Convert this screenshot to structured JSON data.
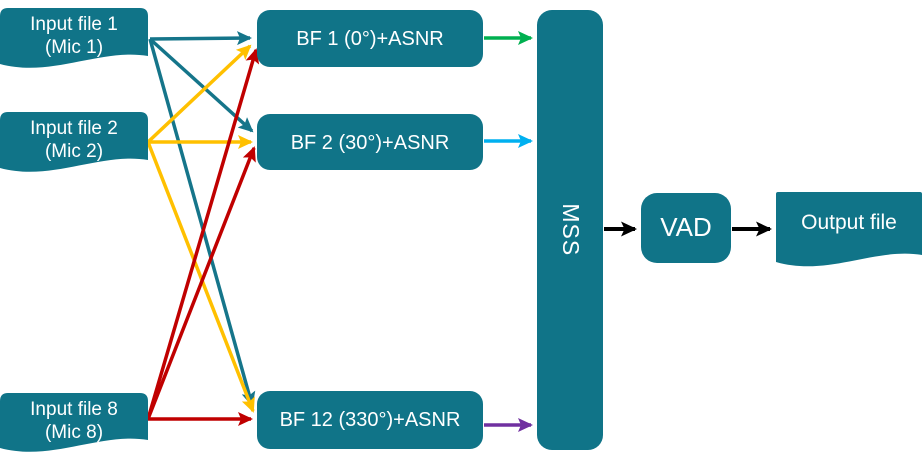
{
  "diagram": {
    "inputs": [
      {
        "label": "Input file 1",
        "sublabel": "(Mic 1)"
      },
      {
        "label": "Input file 2",
        "sublabel": "(Mic 2)"
      },
      {
        "label": "Input file 8",
        "sublabel": "(Mic 8)"
      }
    ],
    "beamformers": [
      {
        "label": "BF 1 (0°)+ASNR"
      },
      {
        "label": "BF 2 (30°)+ASNR"
      },
      {
        "label": "BF 12 (330°)+ASNR"
      }
    ],
    "mss_label": "MSS",
    "vad_label": "VAD",
    "output_label": "Output file"
  },
  "colors": {
    "node_fill": "#107488",
    "teal_line": "#15758a",
    "yellow": "#ffc000",
    "red": "#c00000",
    "green": "#00b050",
    "cyan": "#00b0f0",
    "purple": "#7030a0",
    "black": "#000000",
    "text": "#ffffff"
  }
}
